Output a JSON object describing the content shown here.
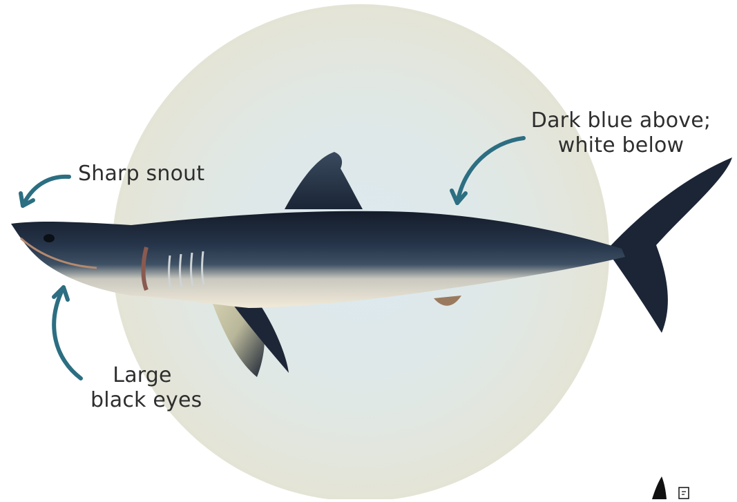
{
  "colors": {
    "background": "#ffffff",
    "circle_center": "#dde9ee",
    "circle_edge": "#e3e4d8",
    "arrow": "#2c6e82",
    "text": "#2e2e2e",
    "shark_dark": "#1c2a3c",
    "shark_belly": "#efe8d9"
  },
  "subject": "shark",
  "labels": {
    "snout": "Sharp snout",
    "eyes_line1": "Large",
    "eyes_line2": "black eyes",
    "color_line1": "Dark blue above;",
    "color_line2": "white below"
  },
  "icons": {
    "corner": "shark-fin-logo-icon"
  }
}
